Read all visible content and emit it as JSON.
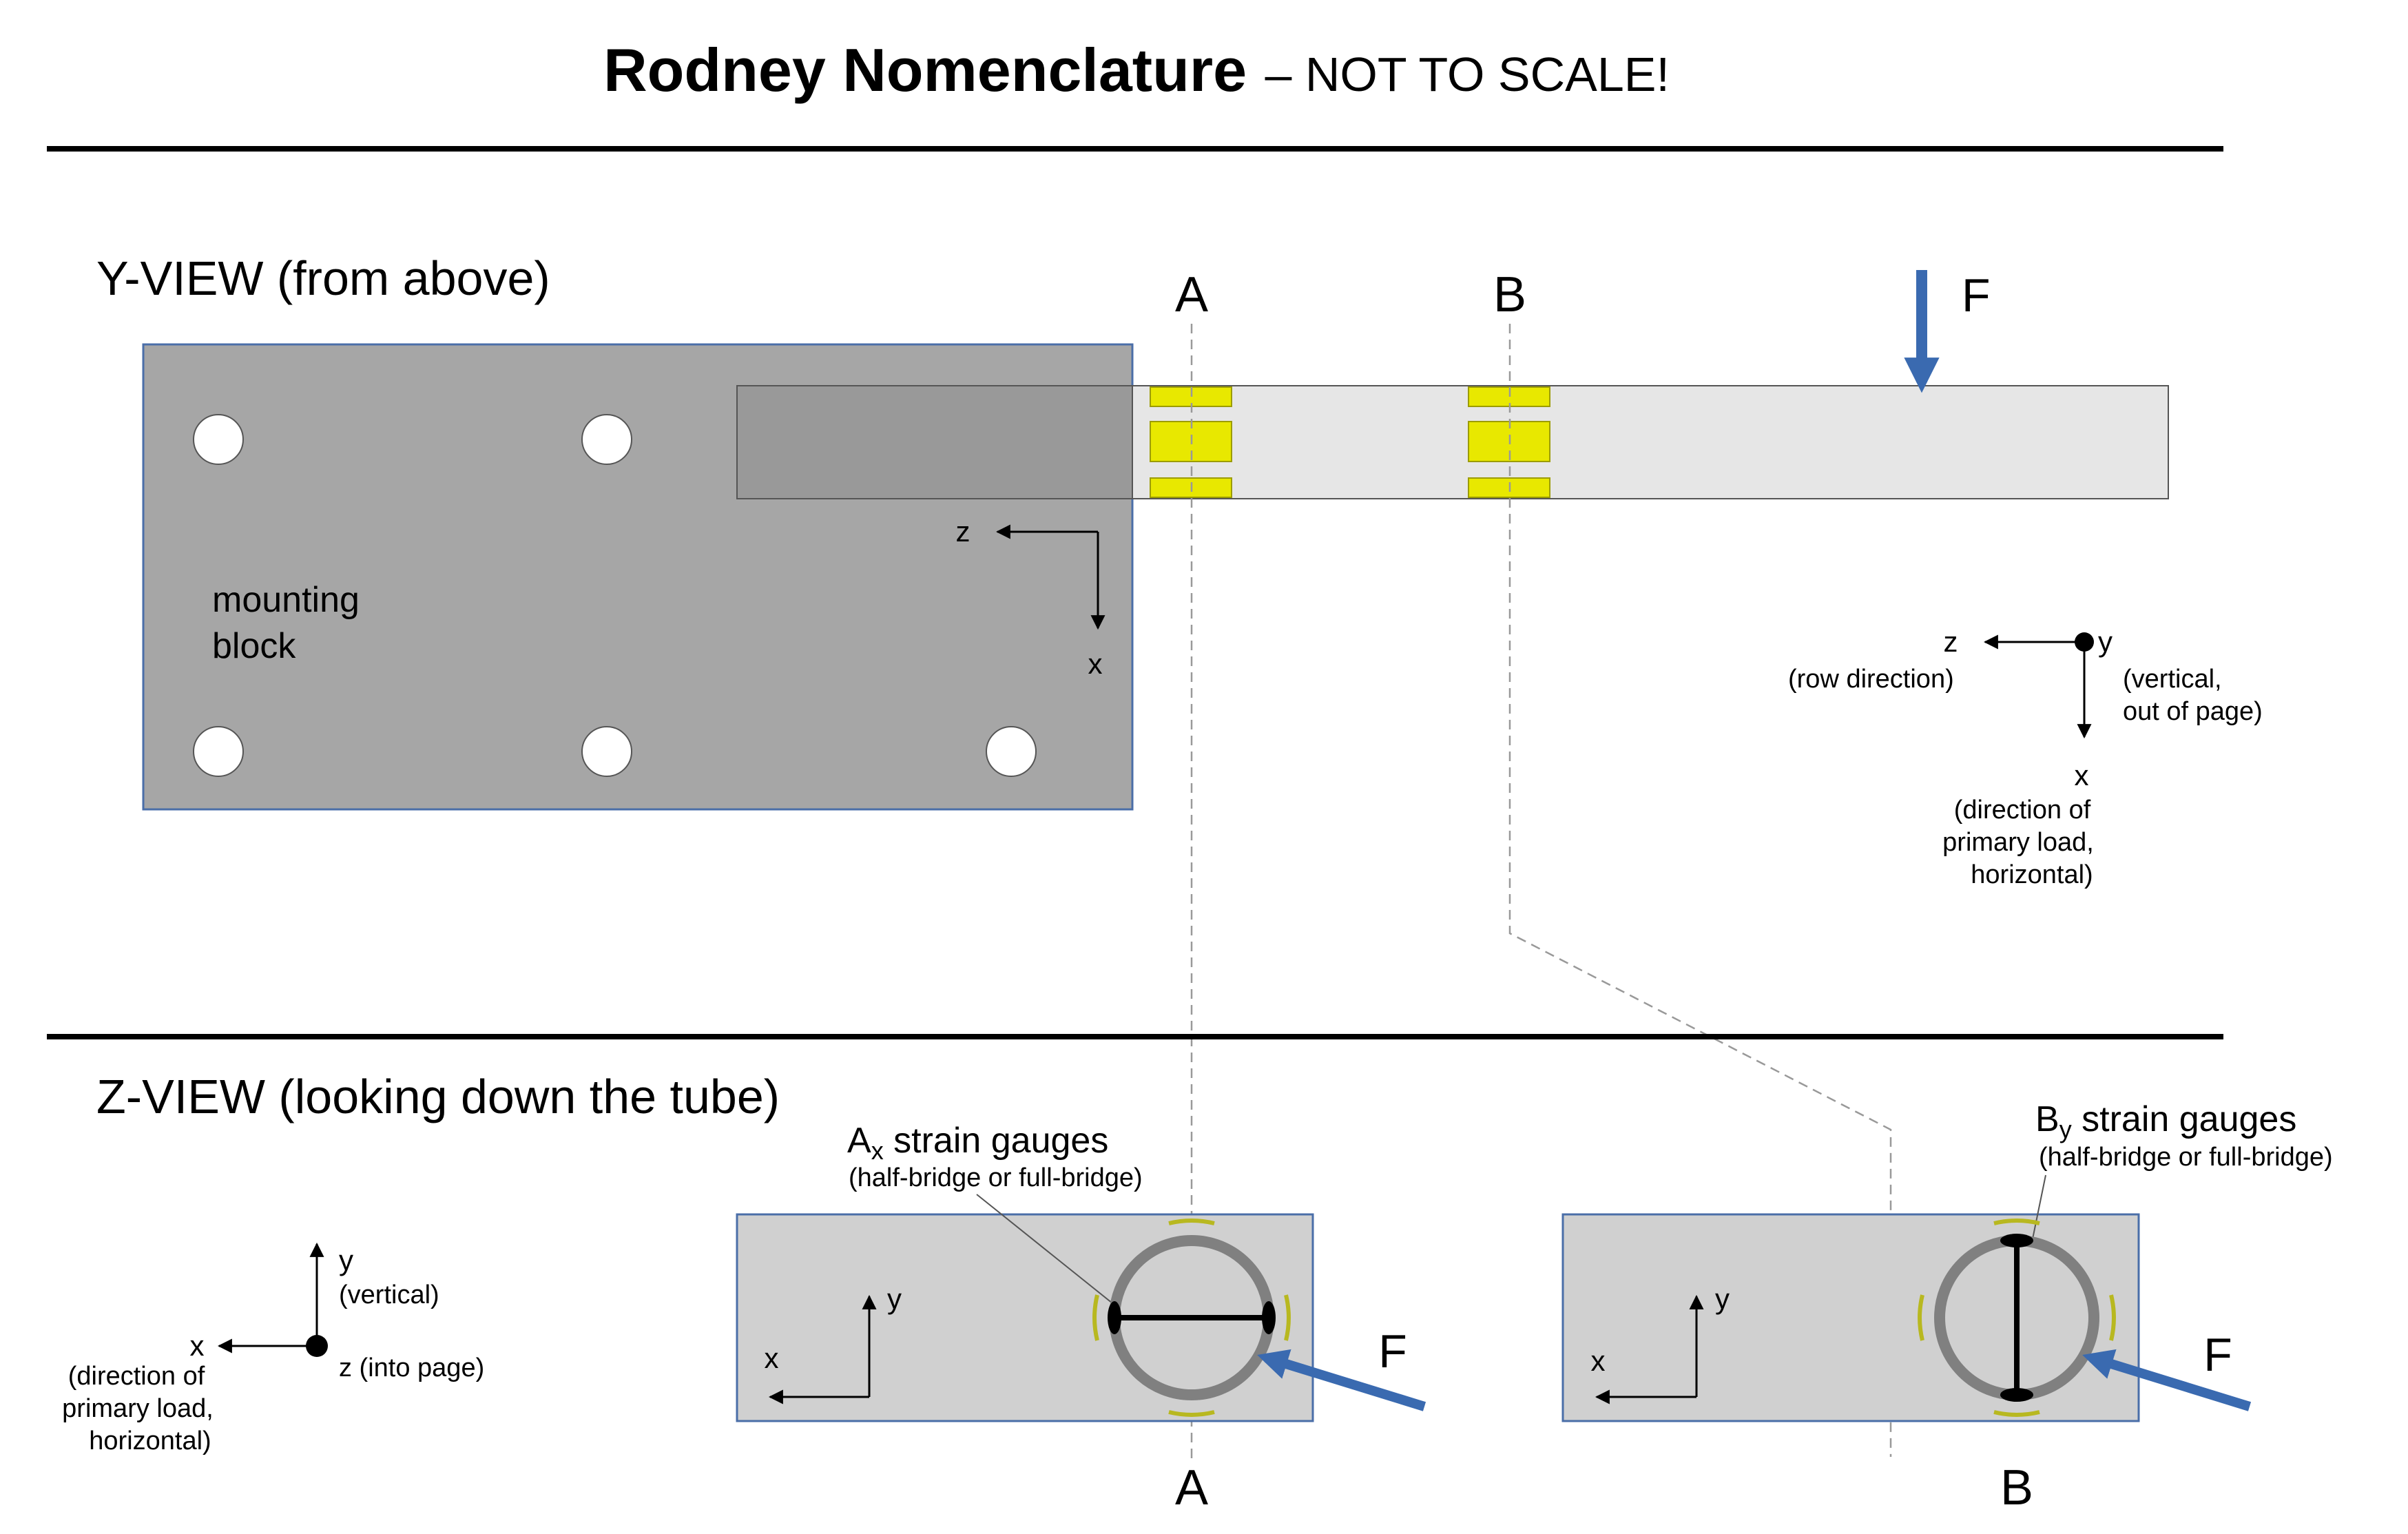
{
  "title": {
    "main": "Rodney Nomenclature",
    "sub": "– NOT TO SCALE!"
  },
  "y_view": {
    "heading": "Y-VIEW (from above)",
    "mounting_block_line1": "mounting",
    "mounting_block_line2": "block",
    "section_a": "A",
    "section_b": "B",
    "force": "F",
    "local_axis_z": "z",
    "local_axis_x": "x",
    "legend": {
      "z": "z",
      "z_desc": "(row direction)",
      "y": "y",
      "y_desc_1": "(vertical,",
      "y_desc_2": "out of page)",
      "x": "x",
      "x_desc_1": "(direction of",
      "x_desc_2": "primary load,",
      "x_desc_3": "horizontal)"
    }
  },
  "z_view": {
    "heading": "Z-VIEW (looking down the tube)",
    "legend": {
      "y": "y",
      "y_desc": "(vertical)",
      "x": "x",
      "x_desc_1": "(direction of",
      "x_desc_2": "primary load,",
      "x_desc_3": "horizontal)",
      "z": "z (into page)"
    },
    "section_a": {
      "gauge_label_main": "A",
      "gauge_label_subscript": "x",
      "gauge_label_rest": " strain gauges",
      "gauge_note": "(half-bridge or full-bridge)",
      "axis_x": "x",
      "axis_y": "y",
      "force": "F",
      "bottom_label": "A"
    },
    "section_b": {
      "gauge_label_main": "B",
      "gauge_label_subscript": "y",
      "gauge_label_rest": " strain gauges",
      "gauge_note": "(half-bridge or full-bridge)",
      "axis_x": "x",
      "axis_y": "y",
      "force": "F",
      "bottom_label": "B"
    }
  },
  "colors": {
    "block_fill": "#a6a6a6",
    "block_stroke": "#4a6ea8",
    "tube_light": "#e6e6e6",
    "tube_dark": "#999999",
    "gauge_yellow": "#e8e800",
    "gauge_yellow_stroke": "#9c9c00",
    "force_arrow": "#3a6ab0",
    "section_fill": "#d0d0d0",
    "ring_stroke": "#808080",
    "gauge_arc": "#b8b820"
  }
}
